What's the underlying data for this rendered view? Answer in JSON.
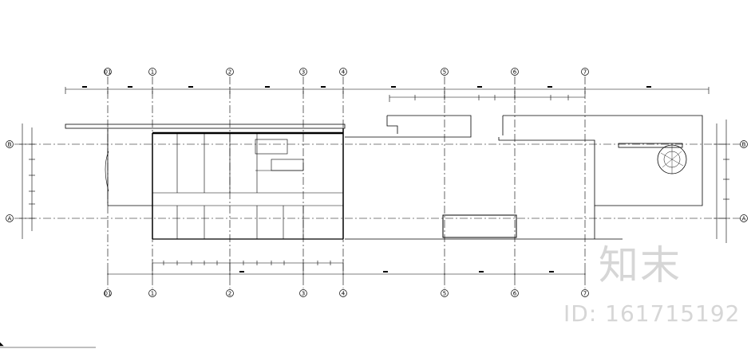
{
  "drawing": {
    "axes_top": [
      "01",
      "1",
      "2",
      "3",
      "4",
      "5",
      "6",
      "7"
    ],
    "axes_bottom": [
      "01",
      "1",
      "2",
      "3",
      "4",
      "5",
      "6",
      "7"
    ],
    "axes_side": [
      "B",
      "A"
    ]
  },
  "watermark": {
    "logo": "知末",
    "id": "ID: 161715192"
  }
}
